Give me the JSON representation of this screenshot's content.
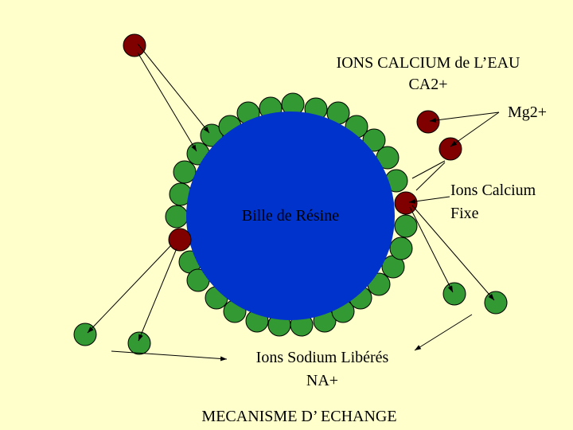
{
  "labels": {
    "water_ions_title": "IONS CALCIUM de L’EAU",
    "water_ions_formula": "CA2+",
    "magnesium": "Mg2+",
    "fixed_calcium_line1": "Ions Calcium",
    "fixed_calcium_line2": "Fixe",
    "resin_bead": "Bille de Résine",
    "released_sodium_line1": "Ions Sodium Libérés",
    "released_sodium_formula": "NA+",
    "caption": "MECANISME D’ ECHANGE"
  },
  "colors": {
    "background": "#ffffcc",
    "resin": "#0033cc",
    "sodium_ion": "#339933",
    "calcium_ion": "#800000"
  }
}
